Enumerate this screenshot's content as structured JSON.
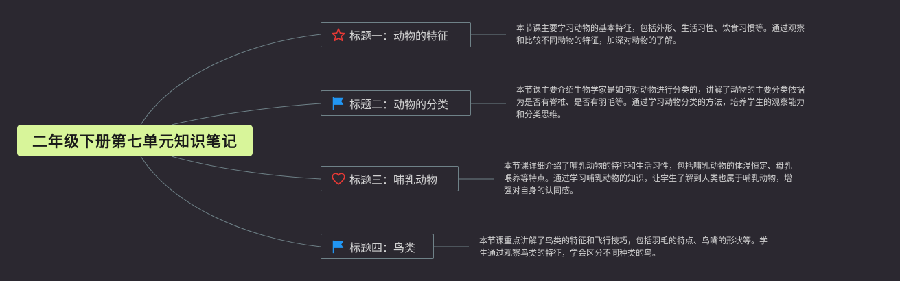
{
  "root": {
    "title": "二年级下册第七单元知识笔记"
  },
  "colors": {
    "background": "#2b2830",
    "root_fill": "#d8f59a",
    "connector": "#6f8288",
    "star_icon": "#e53935",
    "heart_icon": "#e53935",
    "flag_icon": "#2196f3"
  },
  "topics": [
    {
      "label": "标题一：动物的特征",
      "icon": "star-icon",
      "description": [
        "本节课主要学习动物的基本特征，包括外形、生活习性、饮食习惯等。通过观察",
        "和比较不同动物的特征，加深对动物的了解。"
      ]
    },
    {
      "label": "标题二：动物的分类",
      "icon": "flag-icon",
      "description": [
        "本节课主要介绍生物学家是如何对动物进行分类的，讲解了动物的主要分类依据",
        "为是否有脊椎、是否有羽毛等。通过学习动物分类的方法，培养学生的观察能力",
        "和分类思维。"
      ]
    },
    {
      "label": "标题三：哺乳动物",
      "icon": "heart-icon",
      "description": [
        "本节课详细介绍了哺乳动物的特征和生活习性，包括哺乳动物的体温恒定、母乳",
        "喂养等特点。通过学习哺乳动物的知识，让学生了解到人类也属于哺乳动物，增",
        "强对自身的认同感。"
      ]
    },
    {
      "label": "标题四：鸟类",
      "icon": "flag-icon",
      "description": [
        "本节课重点讲解了鸟类的特征和飞行技巧，包括羽毛的特点、鸟嘴的形状等。学",
        "生通过观察鸟类的特征，学会区分不同种类的鸟。"
      ]
    }
  ]
}
